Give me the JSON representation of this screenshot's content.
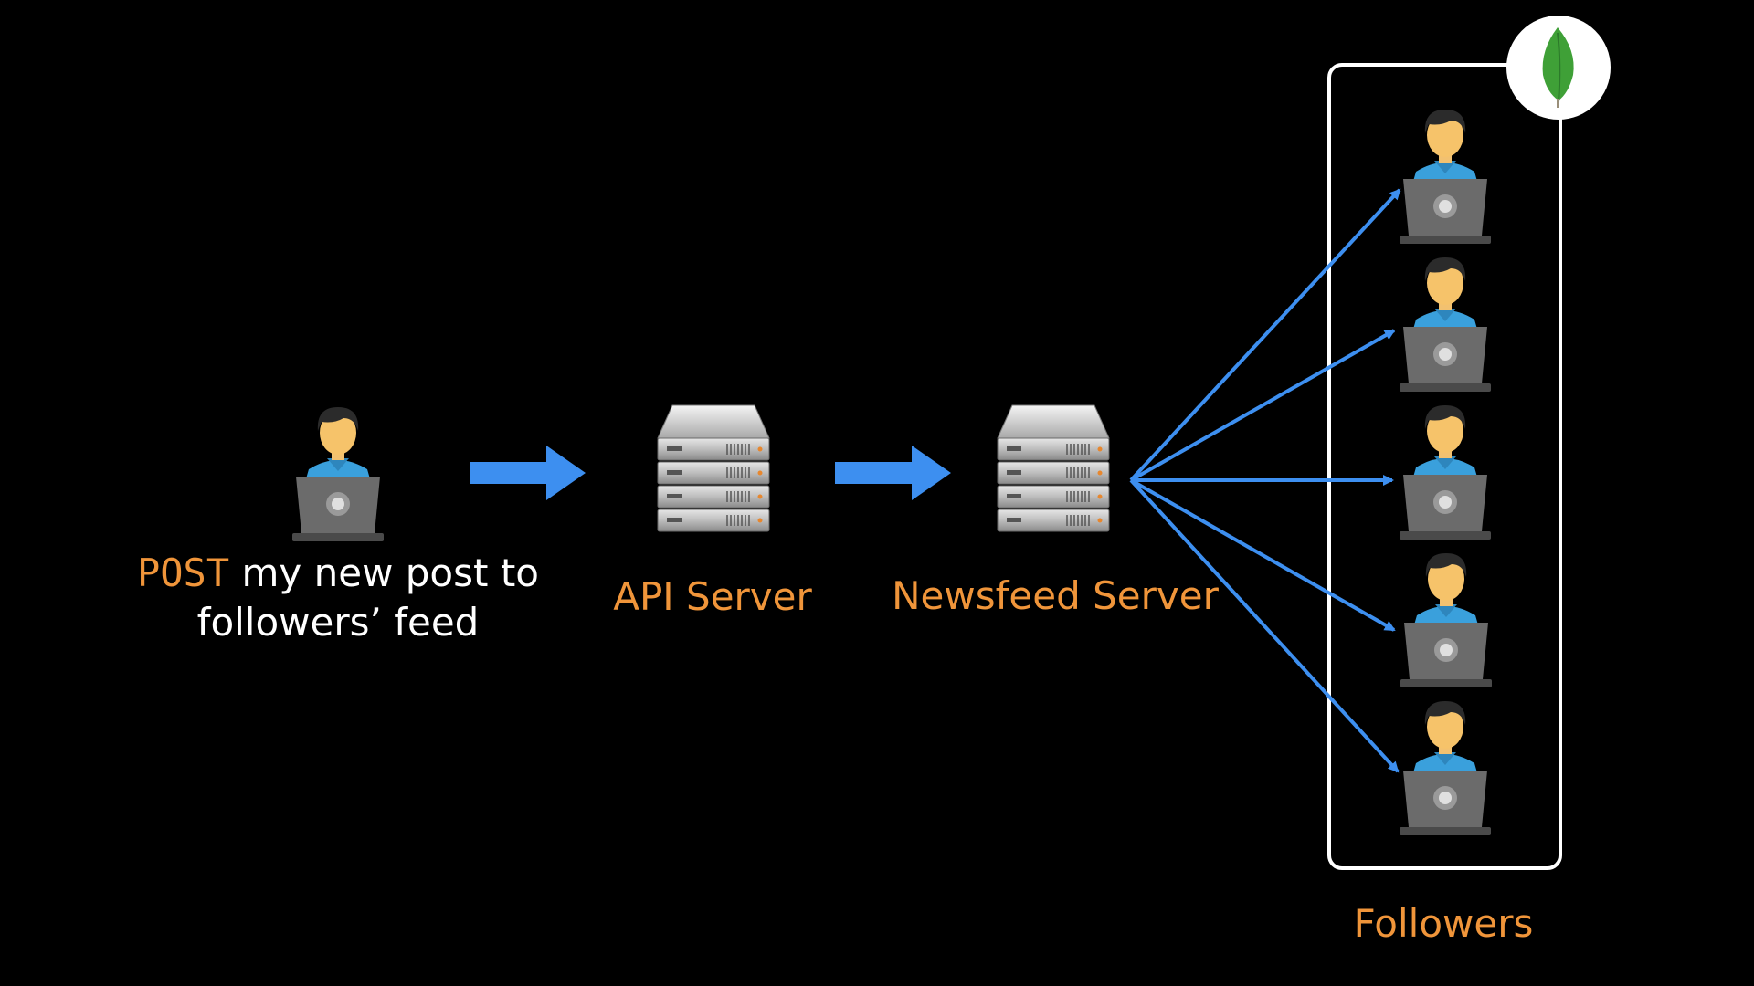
{
  "colors": {
    "background": "#000000",
    "accent_orange": "#f0953a",
    "arrow_blue": "#3d8ff0",
    "box_white": "#ffffff",
    "mongo_green": "#3fa037"
  },
  "poster": {
    "icon": "user-laptop-icon",
    "label_method": "POST",
    "label_line1_rest": " my new post to",
    "label_line2": "followers’ feed"
  },
  "api_server": {
    "icon": "server-rack-icon",
    "label": "API Server"
  },
  "newsfeed_server": {
    "icon": "server-rack-icon",
    "label": "Newsfeed Server"
  },
  "followers": {
    "label": "Followers",
    "count": 5,
    "icon": "user-laptop-icon",
    "store_icon": "mongodb-leaf-icon"
  }
}
